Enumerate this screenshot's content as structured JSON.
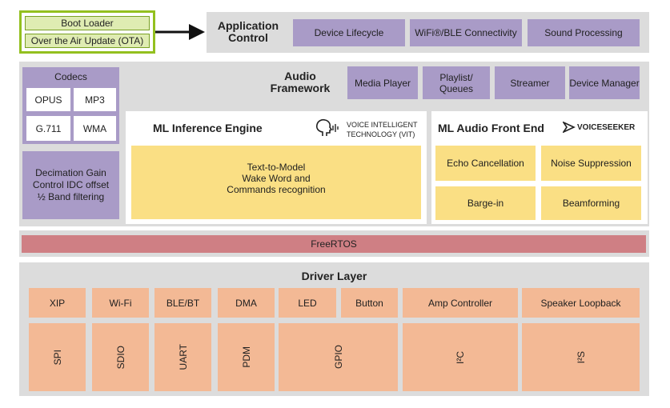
{
  "ota": {
    "boot_loader": "Boot Loader",
    "ota_update": "Over the Air Update (OTA)"
  },
  "application": {
    "title": "Application Control",
    "items": [
      "Device Lifecycle",
      "WiFi®/BLE Connectivity",
      "Sound Processing"
    ]
  },
  "codecs": {
    "title": "Codecs",
    "items": [
      "OPUS",
      "MP3",
      "G.711",
      "WMA"
    ]
  },
  "decimation": {
    "lines": [
      "Decimation Gain",
      "Control IDC offset",
      "½ Band filtering"
    ]
  },
  "audio_framework": {
    "title": "Audio Framework",
    "items": [
      "Media Player",
      "Playlist/ Queues",
      "Streamer",
      "Device Manager"
    ]
  },
  "ml_inference": {
    "title": "ML Inference Engine",
    "vit_line1": "VOICE INTELLIGENT",
    "vit_line2": "TECHNOLOGY (VIT)",
    "body_lines": [
      "Text-to-Model",
      "Wake Word and",
      "Commands recognition"
    ]
  },
  "ml_audio": {
    "title": "ML Audio Front End",
    "logo_text": "VOICESEEKER",
    "items": [
      "Echo Cancellation",
      "Noise Suppression",
      "Barge-in",
      "Beamforming"
    ]
  },
  "rtos": {
    "label": "FreeRTOS"
  },
  "driver": {
    "title": "Driver Layer",
    "top": [
      "XIP",
      "Wi-Fi",
      "BLE/BT",
      "DMA",
      "LED",
      "Button",
      "Amp Controller",
      "Speaker Loopback"
    ],
    "bottom": [
      "SPI",
      "SDIO",
      "UART",
      "PDM",
      "GPIO",
      "I²C",
      "I²S"
    ]
  },
  "colors": {
    "purple": "#a99bc7",
    "yellow": "#fadf84",
    "orange": "#f3b995",
    "rtos": "#cf7f84",
    "ota_border": "#93c01f"
  }
}
